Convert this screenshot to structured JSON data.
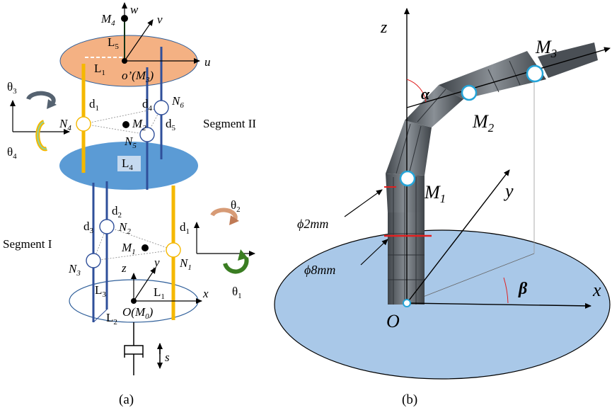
{
  "panel_a": {
    "caption": "(a)",
    "axes_top": {
      "w": "w",
      "v": "v",
      "u": "u"
    },
    "axes_bottom": {
      "z": "z",
      "y": "y",
      "x": "x"
    },
    "points": {
      "M4": "M",
      "M4_sub": "4",
      "M3_label": "o’(M",
      "M3_sub": "3",
      "M3_close": ")",
      "M2": "M",
      "M2_sub": "2",
      "M1": "M",
      "M1_sub": "1",
      "M0_label": "O(M",
      "M0_sub": "0",
      "M0_close": ")"
    },
    "lengths": {
      "L5": "L",
      "L5_sub": "5",
      "L1_top": "L",
      "L1_top_sub": "1",
      "L4": "L",
      "L4_sub": "4",
      "L3": "L",
      "L3_sub": "3",
      "L2": "L",
      "L2_sub": "2",
      "L1_bot": "L",
      "L1_bot_sub": "1"
    },
    "nodes": {
      "N1": "N",
      "N1_sub": "1",
      "N2": "N",
      "N2_sub": "2",
      "N3": "N",
      "N3_sub": "3",
      "N4": "N",
      "N4_sub": "4",
      "N5": "N",
      "N5_sub": "5",
      "N6": "N",
      "N6_sub": "6"
    },
    "distances": {
      "d1_top": "d",
      "d1_top_sub": "1",
      "d4": "d",
      "d4_sub": "4",
      "d5": "d",
      "d5_sub": "5",
      "d2": "d",
      "d2_sub": "2",
      "d3": "d",
      "d3_sub": "3",
      "d1_bot": "d",
      "d1_bot_sub": "1"
    },
    "angles": {
      "theta3": "θ",
      "theta3_sub": "3",
      "theta4": "θ",
      "theta4_sub": "4",
      "theta2": "θ",
      "theta2_sub": "2",
      "theta1": "θ",
      "theta1_sub": "1"
    },
    "segments": {
      "seg2": "Segment II",
      "seg1": "Segment I"
    },
    "actuator": "s",
    "colors": {
      "top_disk": "#f4b183",
      "mid_disk": "#5b9bd5",
      "cable_yellow": "#f5b800",
      "cable_blue": "#2f4f9a",
      "green": "#3a7d22"
    }
  },
  "panel_b": {
    "caption": "(b)",
    "axes": {
      "z": "z",
      "y": "y",
      "x": "x",
      "origin": "O"
    },
    "markers": {
      "M1": "M",
      "M1_sub": "1",
      "M2": "M",
      "M2_sub": "2",
      "M3": "M",
      "M3_sub": "3"
    },
    "angles": {
      "alpha": "α",
      "beta": "β"
    },
    "dims": {
      "small": "ϕ2mm",
      "large": "ϕ8mm"
    },
    "colors": {
      "base_disk": "#a9c8e8",
      "robot": "#5a6066",
      "angle_arc": "#e02020"
    }
  }
}
